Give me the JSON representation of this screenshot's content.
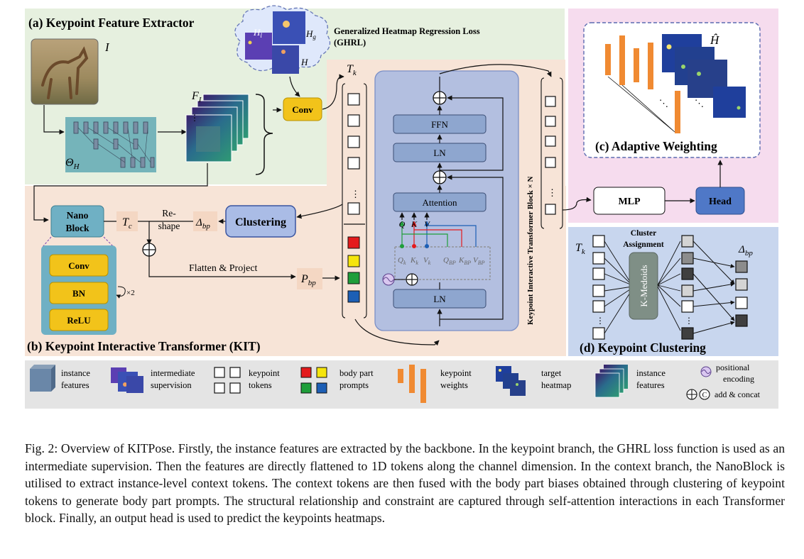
{
  "panels": {
    "a_title": "(a) Keypoint Feature Extractor",
    "b_title": "(b) Keypoint Interactive Transformer (KIT)",
    "c_title": "(c) Adaptive Weighting",
    "d_title": "(d) Keypoint Clustering"
  },
  "labels": {
    "input_image": "I",
    "theta": "Θ",
    "theta_sub": "H",
    "feature": "F",
    "feature_sub": "I",
    "h_l": "H",
    "h_l_sub": "l",
    "h_g": "H",
    "h_g_sub": "g",
    "h_target": "H",
    "ghrl_line1": "Generalized Heatmap Regression Loss",
    "ghrl_line2": "(GHRL)",
    "conv": "Conv",
    "tk": "T",
    "tk_sub": "k",
    "nano_line1": "Nano",
    "nano_line2": "Block",
    "tc": "T",
    "tc_sub": "c",
    "reshape_line1": "Re-",
    "reshape_line2": "shape",
    "delta": "Δ",
    "delta_sub": "bp",
    "clustering": "Clustering",
    "flatten": "Flatten & Project",
    "pbp": "P",
    "pbp_sub": "bp",
    "nano_conv": "Conv",
    "nano_bn": "BN",
    "nano_relu": "ReLU",
    "repeat": "×2",
    "ffn": "FFN",
    "ln": "LN",
    "attention": "Attention",
    "q": "Q",
    "k": "K",
    "v": "V",
    "qk": "Q",
    "qk_sub": "k",
    "kk": "K",
    "kk_sub": "k",
    "vk": "V",
    "vk_sub": "k",
    "qbp": "Q",
    "qbp_sub": "BP",
    "kbp": "K",
    "kbp_sub": "BP",
    "vbp": "V",
    "vbp_sub": "BP",
    "kit_block": "Keypoint Interactive Transformer Block × N",
    "mlp": "MLP",
    "head": "Head",
    "h_hat": "Ĥ",
    "cluster_assign_line1": "Cluster",
    "cluster_assign_line2": "Assignment",
    "kmedoids": "K-Medoids",
    "tk2": "T",
    "tk2_sub": "k",
    "delta2": "Δ",
    "delta2_sub": "bp",
    "dots": "⋮"
  },
  "legend": [
    {
      "label_line1": "instance",
      "label_line2": "features"
    },
    {
      "label_line1": "intermediate",
      "label_line2": "supervision"
    },
    {
      "label_line1": "keypoint",
      "label_line2": "tokens"
    },
    {
      "label_line1": "body part",
      "label_line2": "prompts"
    },
    {
      "label_line1": "keypoint",
      "label_line2": "weights"
    },
    {
      "label_line1": "target",
      "label_line2": "heatmap"
    },
    {
      "label_line1": "instance",
      "label_line2": "features"
    },
    {
      "label_line1": "positional",
      "label_line2": "encoding"
    },
    {
      "label_line1": "add & concat",
      "label_line2": ""
    }
  ],
  "caption": "Fig. 2: Overview of KITPose. Firstly, the instance features are extracted by the backbone. In the keypoint branch, the GHRL loss function is used as an intermediate supervision. Then the features are directly flattened to 1D tokens along the channel dimension. In the context branch, the NanoBlock is utilised to extract instance-level context tokens. The context tokens are then fused with the body part biases obtained through clustering of keypoint tokens to generate body part prompts. The structural relationship and constraint are captured through self-attention interactions in each Transformer block. Finally, an output head is used to predict the keypoints heatmaps.",
  "colors": {
    "panel_a": "#e6f0df",
    "panel_b": "#f7e4d7",
    "panel_c": "#f6dcee",
    "panel_d": "#c8d6ee",
    "transformer": "#b3bfe0",
    "block": "#8ea6cf",
    "nano": "#6fb0c4",
    "gold": "#f2c31a",
    "orange": "#f08a32",
    "head": "#4f78c7",
    "kmedoids": "#7f8f86",
    "legend_bg": "#e4e4e4",
    "prompt_red": "#e41a1c",
    "prompt_yellow": "#f5e50c",
    "prompt_green": "#1f9e3a",
    "prompt_blue": "#1d5fb5"
  }
}
